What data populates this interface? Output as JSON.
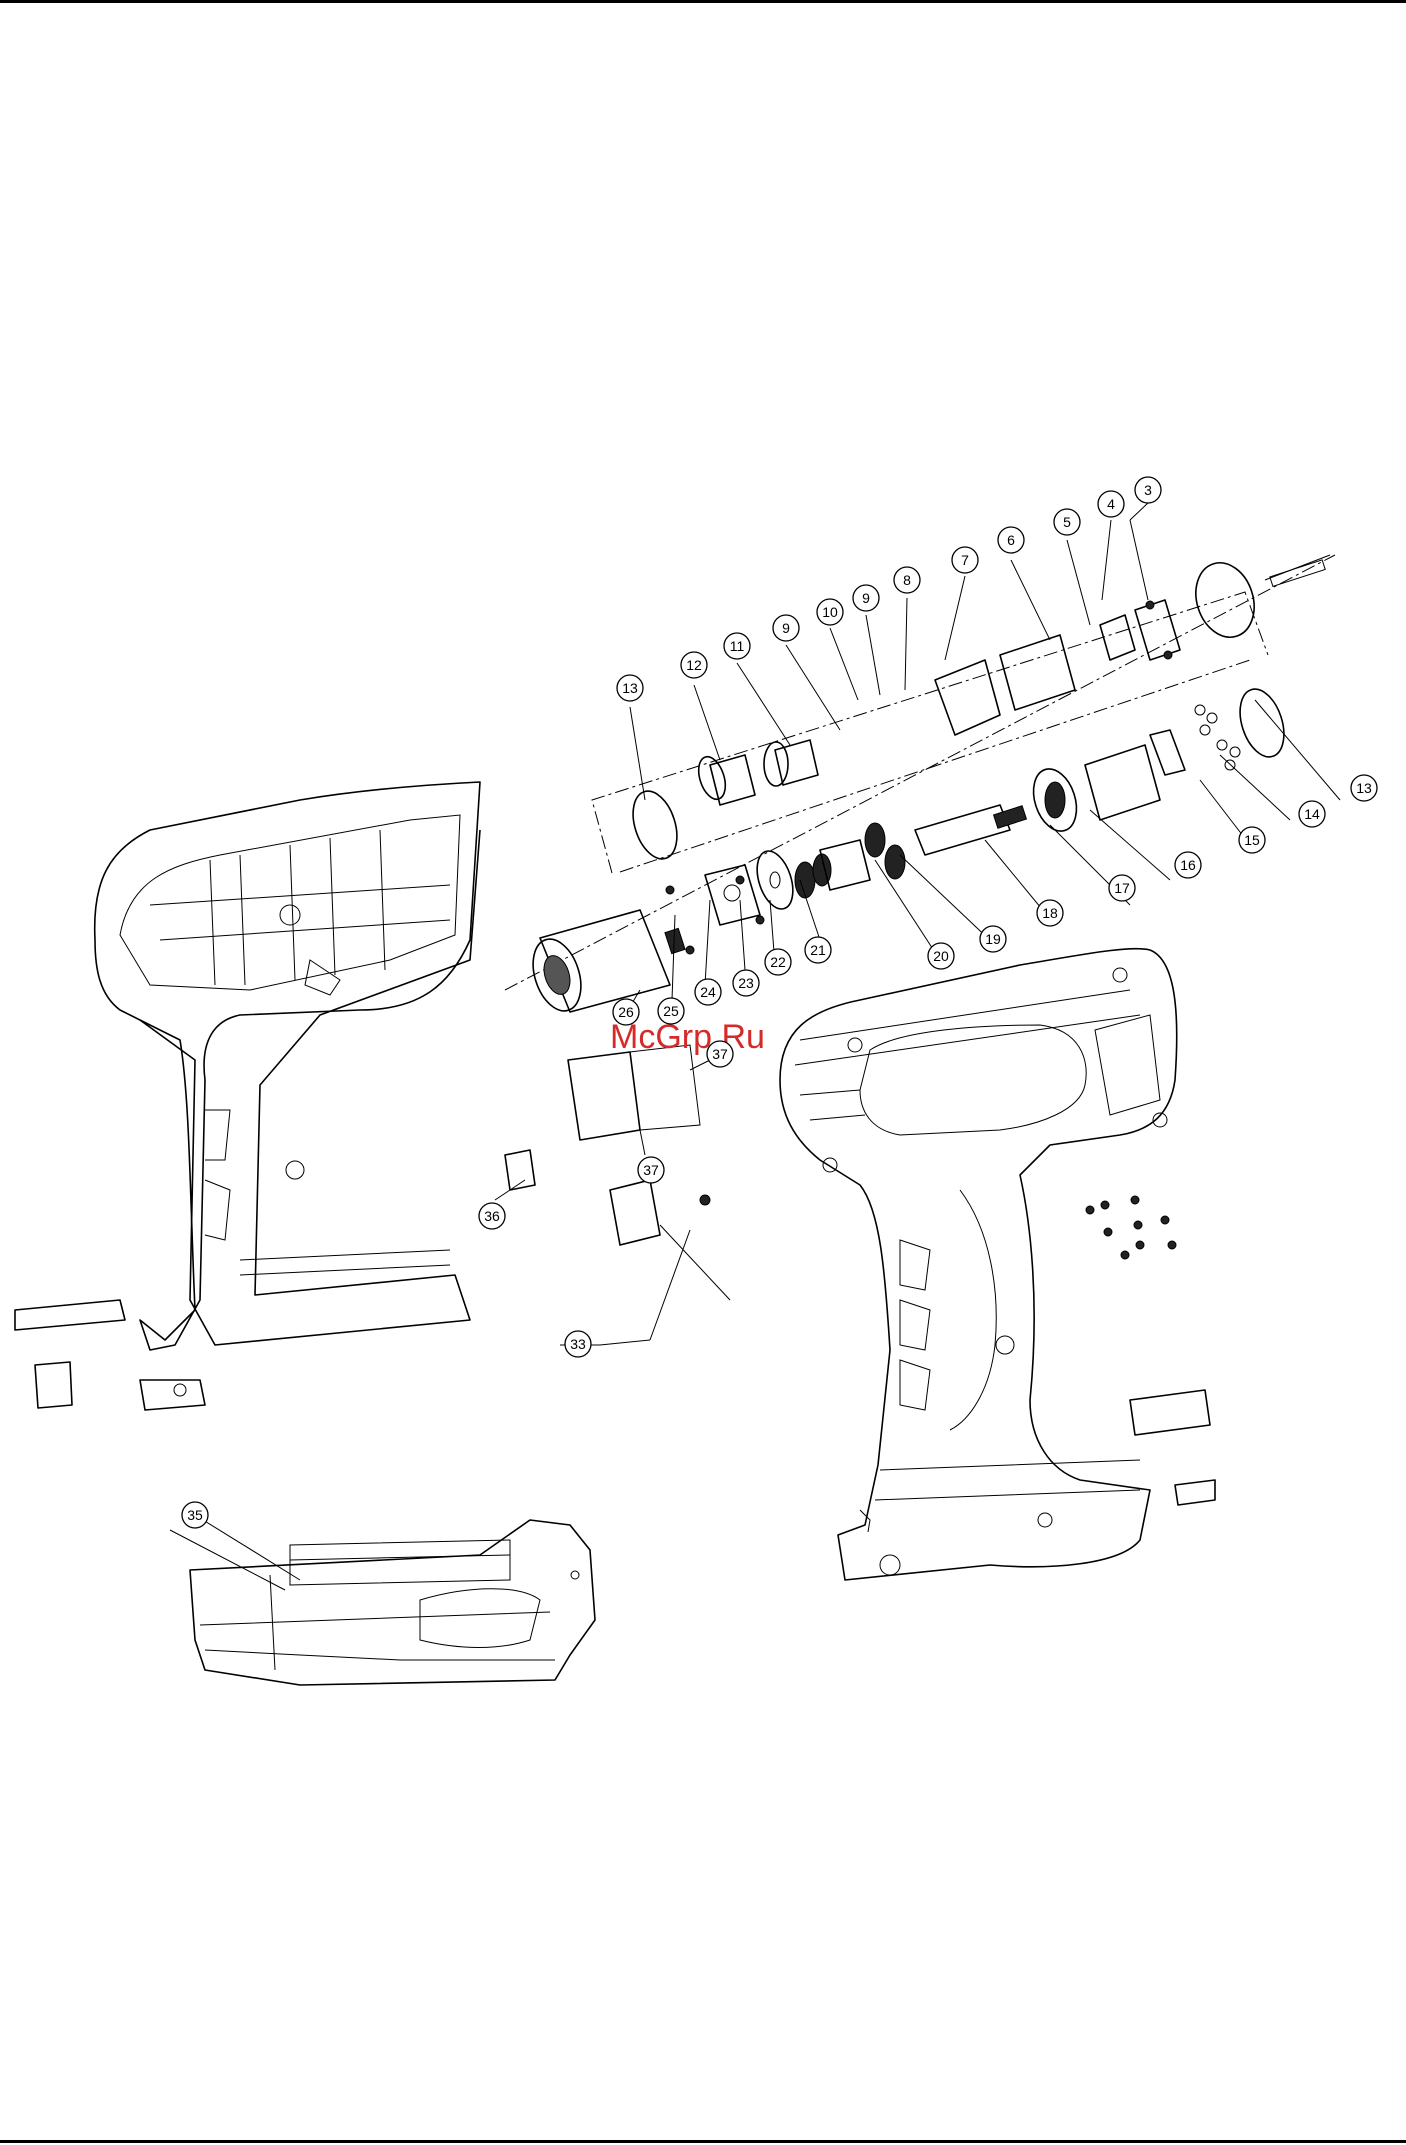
{
  "watermark": "McGrp.Ru",
  "callouts": [
    {
      "id": "c3",
      "label": "3"
    },
    {
      "id": "c4",
      "label": "4"
    },
    {
      "id": "c5",
      "label": "5"
    },
    {
      "id": "c6",
      "label": "6"
    },
    {
      "id": "c7",
      "label": "7"
    },
    {
      "id": "c8",
      "label": "8"
    },
    {
      "id": "c9a",
      "label": "9"
    },
    {
      "id": "c10",
      "label": "10"
    },
    {
      "id": "c9b",
      "label": "9"
    },
    {
      "id": "c11",
      "label": "11"
    },
    {
      "id": "c12",
      "label": "12"
    },
    {
      "id": "c13a",
      "label": "13"
    },
    {
      "id": "c13b",
      "label": "13"
    },
    {
      "id": "c14",
      "label": "14"
    },
    {
      "id": "c15",
      "label": "15"
    },
    {
      "id": "c16",
      "label": "16"
    },
    {
      "id": "c17",
      "label": "17"
    },
    {
      "id": "c18",
      "label": "18"
    },
    {
      "id": "c19",
      "label": "19"
    },
    {
      "id": "c20",
      "label": "20"
    },
    {
      "id": "c21",
      "label": "21"
    },
    {
      "id": "c22",
      "label": "22"
    },
    {
      "id": "c23",
      "label": "23"
    },
    {
      "id": "c24",
      "label": "24"
    },
    {
      "id": "c25",
      "label": "25"
    },
    {
      "id": "c26",
      "label": "26"
    },
    {
      "id": "c37a",
      "label": "37"
    },
    {
      "id": "c37b",
      "label": "37"
    },
    {
      "id": "c36",
      "label": "36"
    },
    {
      "id": "c33",
      "label": "33"
    },
    {
      "id": "c35",
      "label": "35"
    }
  ]
}
